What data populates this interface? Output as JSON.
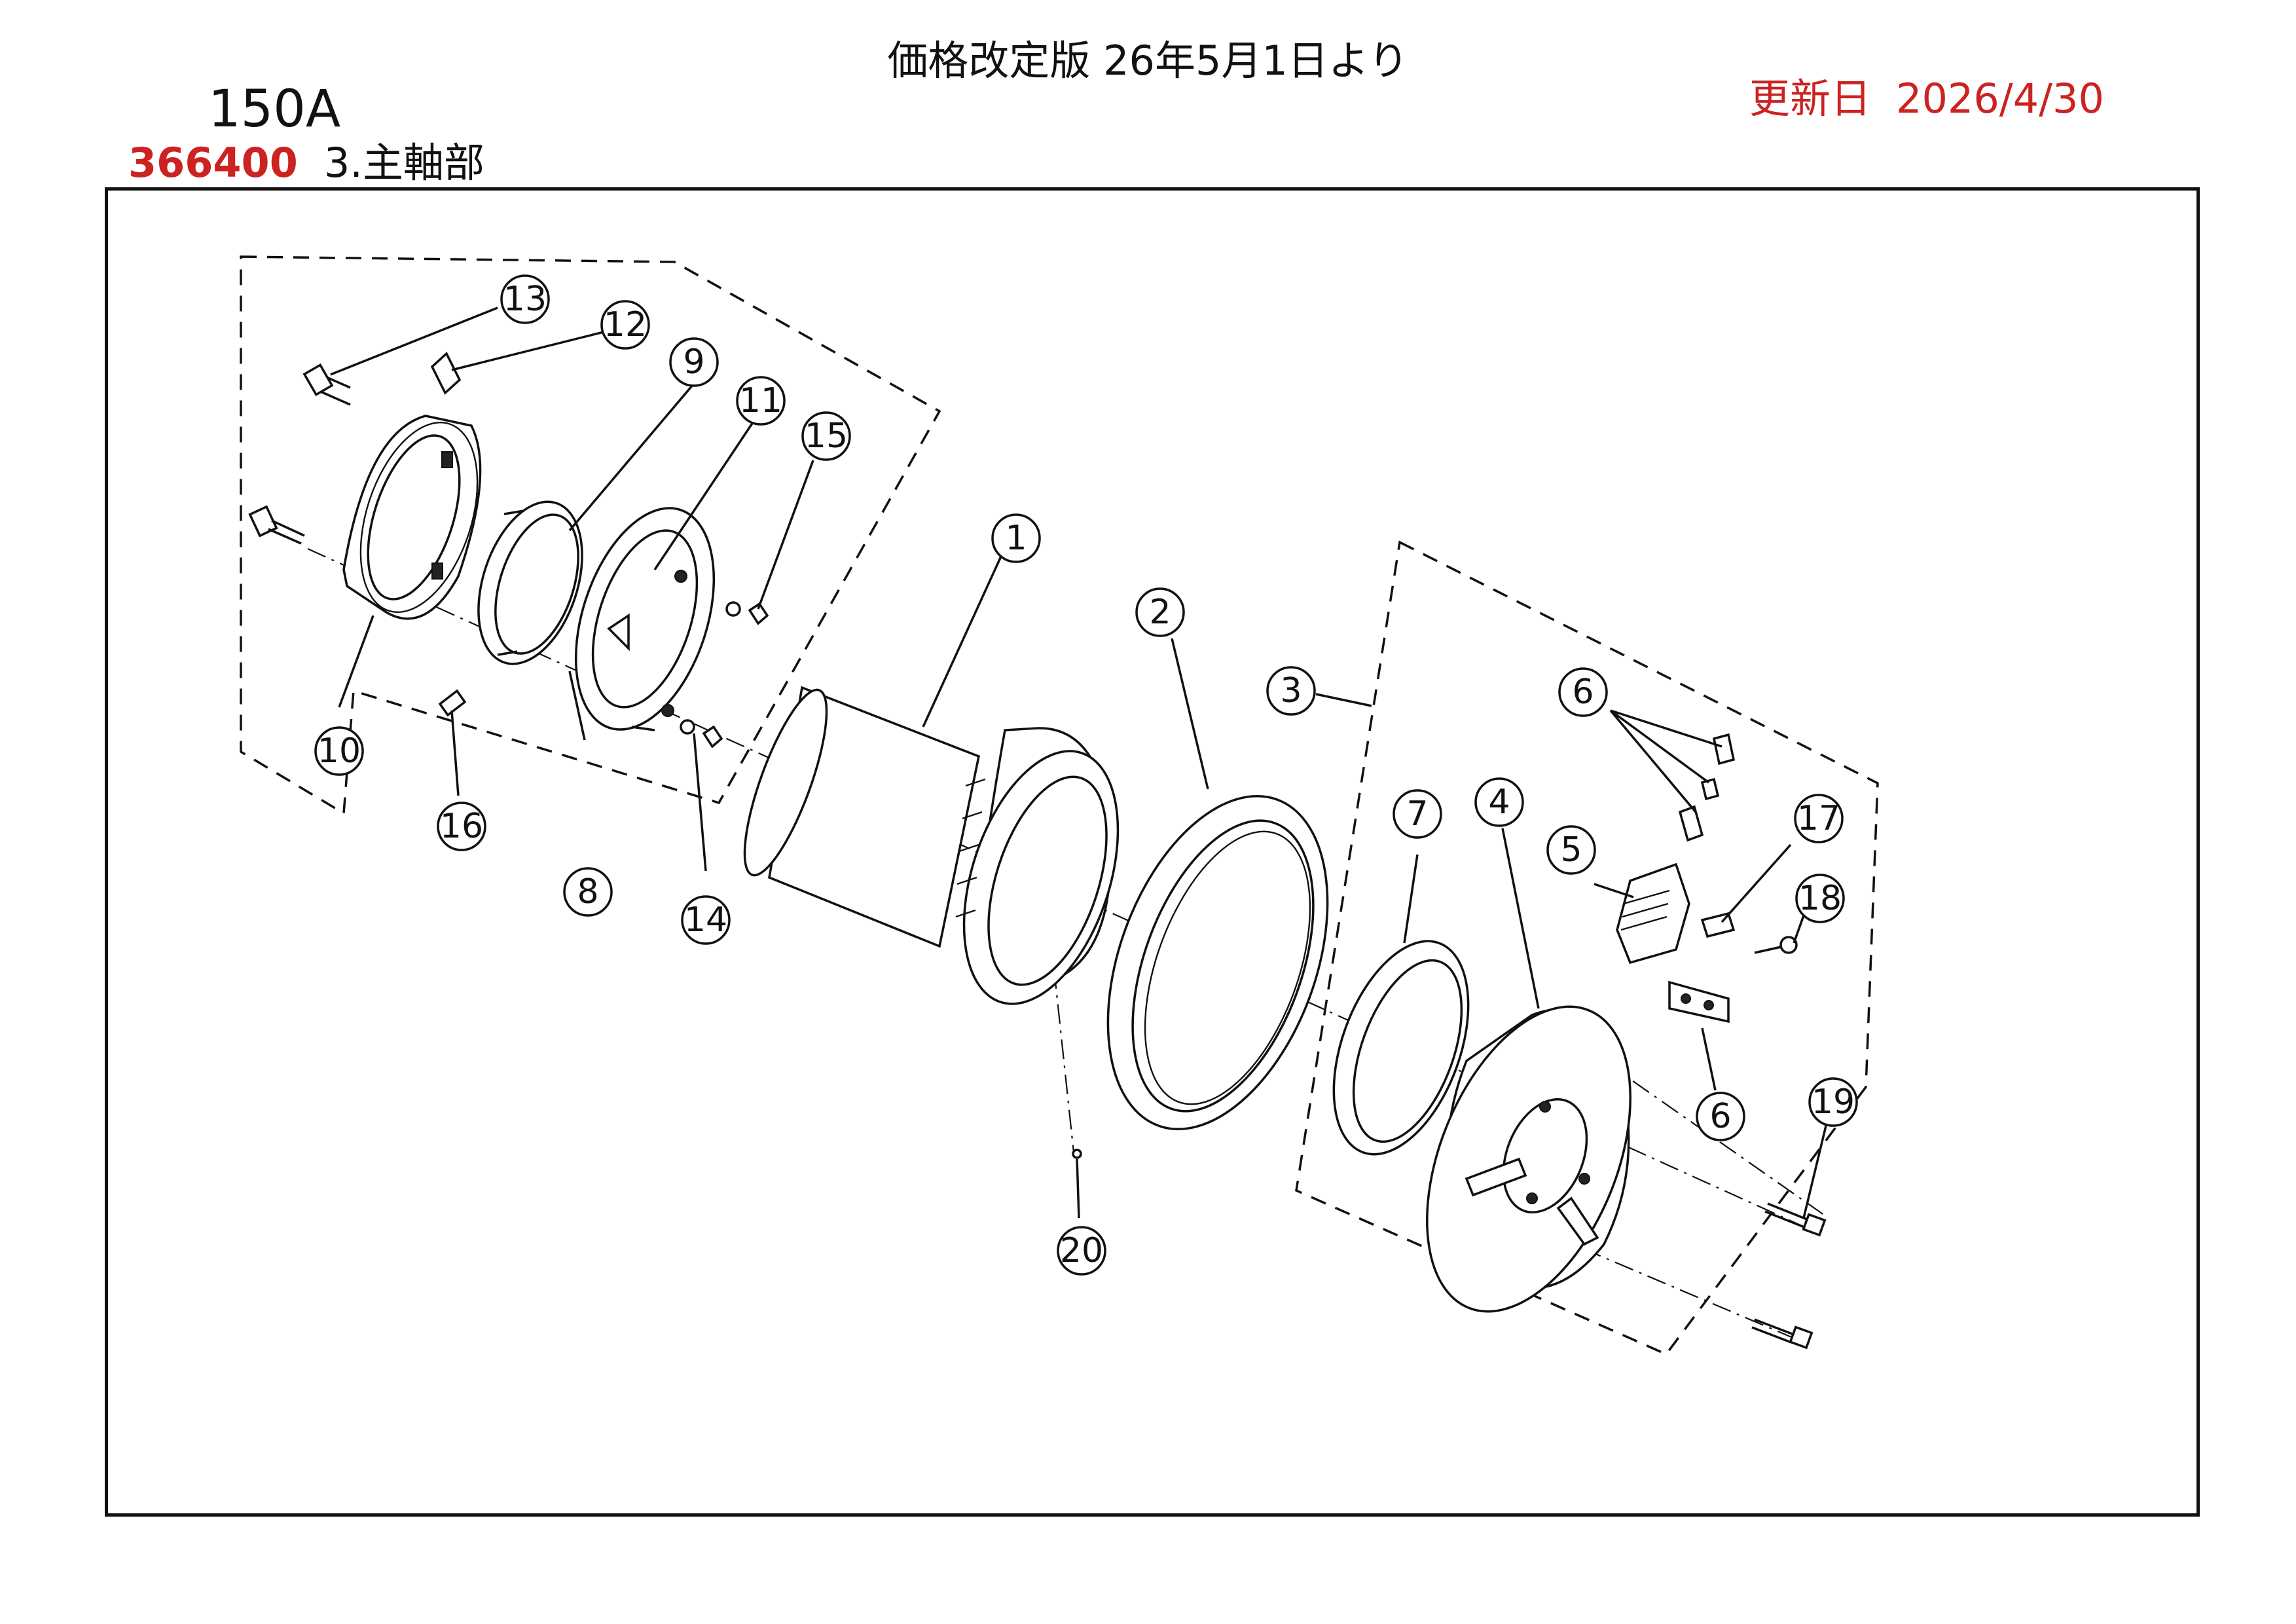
{
  "header": {
    "price_note": "価格改定版 26年5月1日より",
    "model": "150A",
    "updated_label": "更新日",
    "updated_date": "2026/4/30",
    "part_code": "366400",
    "section": "3.主軸部"
  },
  "callouts": [
    "1",
    "2",
    "3",
    "4",
    "5",
    "6",
    "6",
    "7",
    "8",
    "9",
    "10",
    "11",
    "12",
    "13",
    "14",
    "15",
    "16",
    "17",
    "18",
    "19",
    "20"
  ],
  "colors": {
    "accent_red": "#cc2222",
    "line": "#111111"
  }
}
